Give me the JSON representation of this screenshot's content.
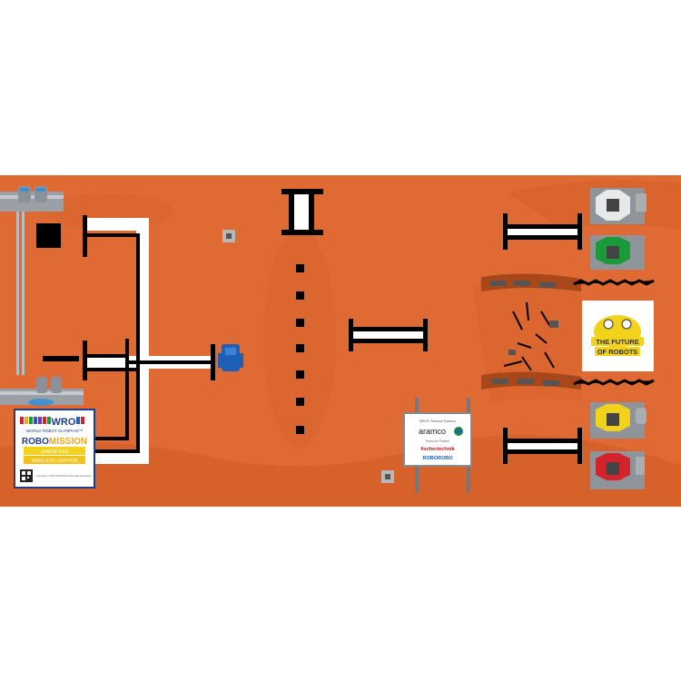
{
  "wro_card": {
    "logo": "WRO",
    "subtitle": "WORLD ROBOT OLYMPIAD™",
    "robo": "ROBO",
    "mission": "MISSION",
    "category": "JUNIOR 2022",
    "theme": "MARS EXPLORATION",
    "fineprint": "Copyright © 2022 World Robot Olympiad Association"
  },
  "future_badge": {
    "line1": "THE FUTURE",
    "line2": "OF ROBOTS"
  },
  "sponsor_board": {
    "caption": "WRO® Premium Partners",
    "brand1": "aramco",
    "sub": "Premium Partner",
    "brand2": "fischertechnik",
    "brand3": "ROBOROBO"
  },
  "colors": {
    "mat": "#df6a33",
    "mat_dark": "#c5531f",
    "line": "#000000",
    "lane": "#ffffff",
    "robot_blue": "#1f5fb5",
    "sample_white": "#e8e8e8",
    "sample_green": "#1a9a3a",
    "sample_yellow": "#f2d21a",
    "sample_red": "#d4232a"
  },
  "icons": [
    "water-tanks-icon",
    "robot-icon",
    "sample-base-icon",
    "rock-icon"
  ]
}
